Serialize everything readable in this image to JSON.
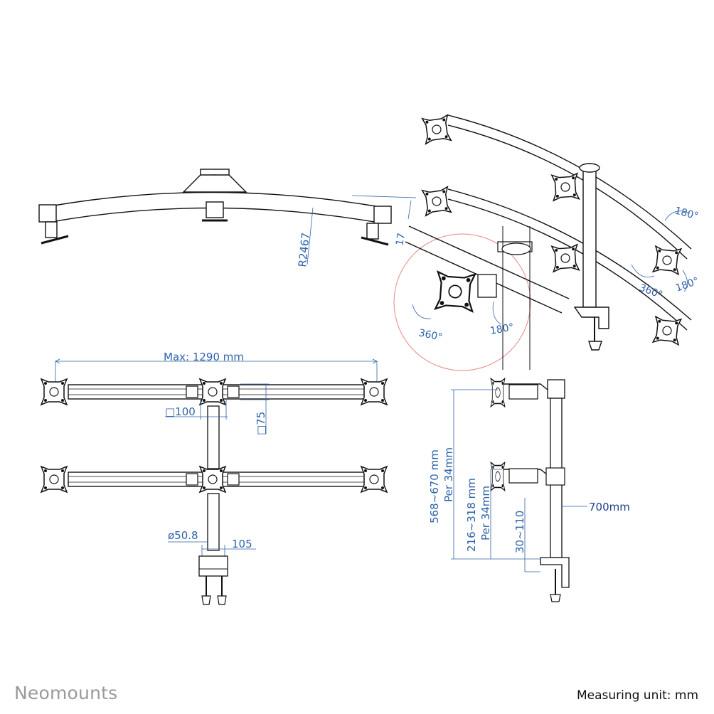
{
  "brand": "Neomounts",
  "unit_note": "Measuring unit: mm",
  "dimensions": {
    "radius": "R2467",
    "offset": "17",
    "max_width": "Max: 1290 mm",
    "vesa_h": "□100",
    "vesa_v": "□75",
    "pole_diameter": "ø50.8",
    "clamp_depth": "105",
    "height_range_top": "568~670 mm",
    "height_step_top": "Per 34mm",
    "height_range_mid": "216~318 mm",
    "height_step_mid": "Per 34mm",
    "clamp_range": "30~110",
    "pole_height": "700mm"
  },
  "rotations": {
    "swivel_180_top": "180°",
    "swivel_360_right": "360°",
    "tilt_180_right": "180°",
    "rotate_360_detail": "360°",
    "tilt_180_detail": "180°"
  }
}
